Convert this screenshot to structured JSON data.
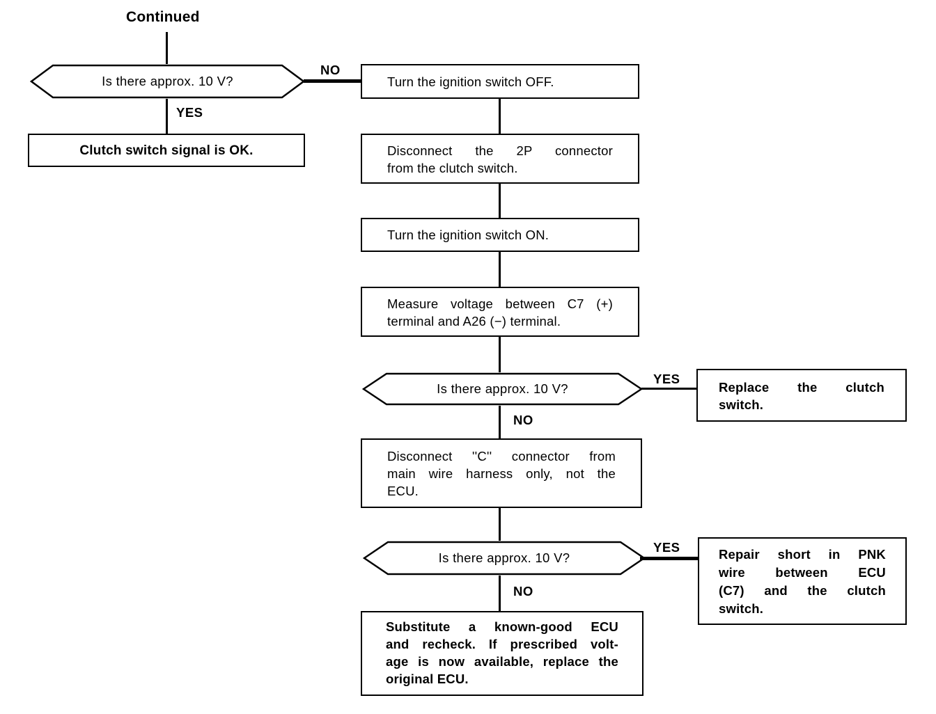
{
  "header": {
    "continued": "Continued"
  },
  "edge_labels": {
    "yes": "YES",
    "no": "NO"
  },
  "nodes": {
    "decision1": "Is there approx. 10 V?",
    "ok": "Clutch switch signal is OK.",
    "p1": "Turn the ignition switch OFF.",
    "p2": "Disconnect the 2P connector\nfrom the clutch switch.",
    "p3": "Turn the ignition switch ON.",
    "p4": "Measure voltage between C7 (+)\nterminal and A26 (−) terminal.",
    "decision2": "Is there approx. 10 V?",
    "replace": "Replace the clutch\nswitch.",
    "p5": "Disconnect ''C'' connector from\nmain wire harness only, not the\nECU.",
    "decision3": "Is there approx. 10 V?",
    "repair": "Repair short in PNK\nwire between ECU\n(C7) and the clutch\nswitch.",
    "substitute": "Substitute a known-good ECU\nand recheck. If prescribed volt-\nage is now available, replace the\noriginal ECU."
  },
  "colors": {
    "line": "#000000",
    "background": "#ffffff"
  }
}
